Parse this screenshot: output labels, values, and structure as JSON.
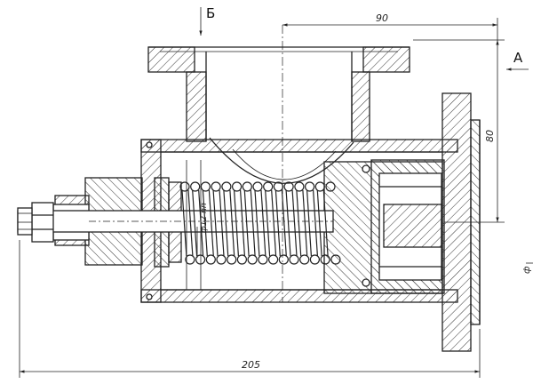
{
  "drawing": {
    "view_markers": {
      "top": "Б",
      "side": "А"
    },
    "dimensions": {
      "top_offset": "90",
      "right_height": "80",
      "overall_length": "205",
      "spring_wire": "ф12 пп",
      "edge_diameter": "ф"
    },
    "colors": {
      "line": "#222222",
      "paper": "#ffffff",
      "hatch": "#333333"
    }
  }
}
